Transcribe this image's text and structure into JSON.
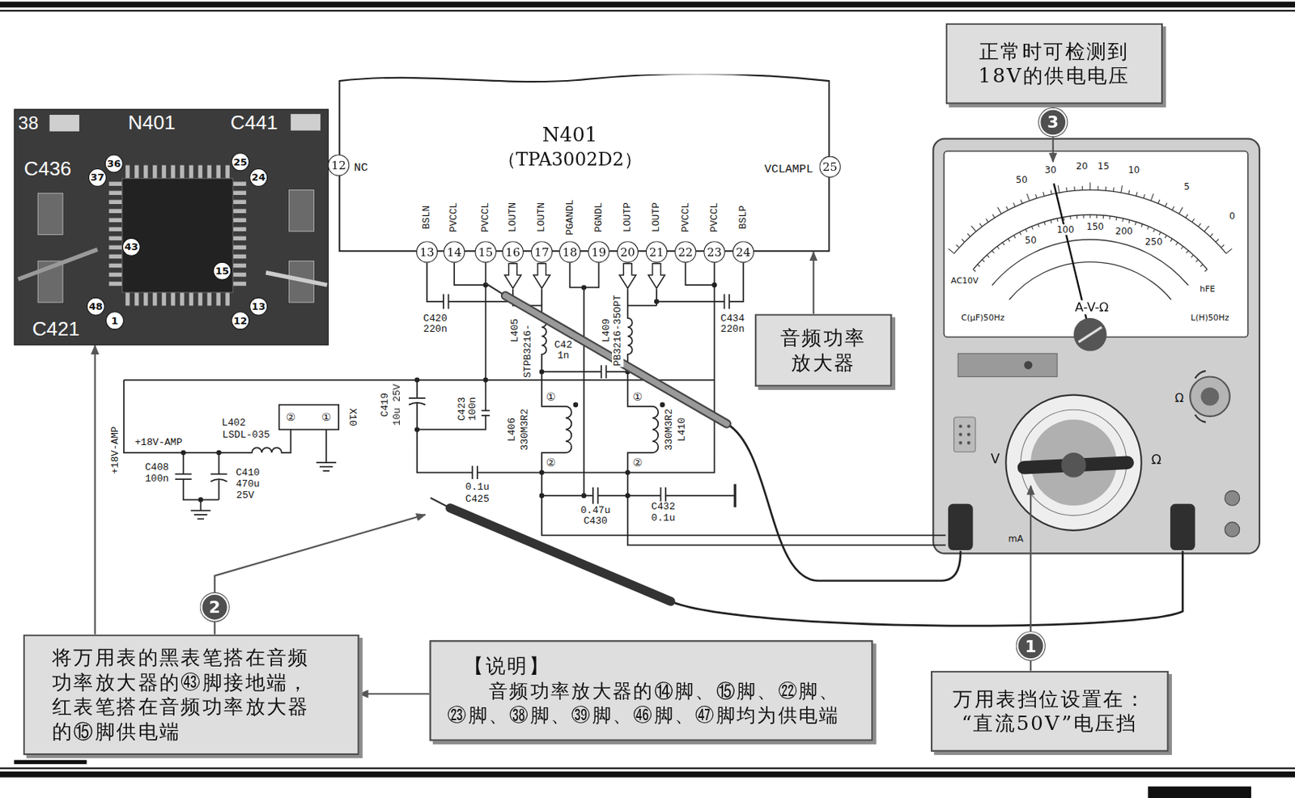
{
  "diagram": {
    "nodes": [
      {
        "text": [
          "38",
          "N401",
          "C441",
          "C436",
          "C421"
        ]
      },
      {
        "text": [
          "36"
        ],
        "in": 0
      },
      {
        "text": [
          "25"
        ],
        "in": 0
      },
      {
        "text": [
          "37"
        ],
        "in": 0
      },
      {
        "text": [
          "24"
        ],
        "in": 0
      },
      {
        "text": [
          "43"
        ],
        "in": 0
      },
      {
        "text": [
          "15"
        ],
        "in": 0
      },
      {
        "text": [
          "48"
        ],
        "in": 0
      },
      {
        "text": [
          "13"
        ],
        "in": 0
      },
      {
        "text": [
          "1"
        ],
        "in": 0
      },
      {
        "text": [
          "12"
        ],
        "in": 0
      },
      {
        "text": [
          "N401",
          "（TPA3002D2）"
        ]
      },
      {
        "text": [
          "12"
        ],
        "in": 11
      },
      {
        "text": [
          "25"
        ],
        "in": 11
      },
      {
        "text": [
          "13"
        ],
        "in": 11
      },
      {
        "text": [
          "14"
        ],
        "in": 11
      },
      {
        "text": [
          "15"
        ],
        "in": 11
      },
      {
        "text": [
          "16"
        ],
        "in": 11
      },
      {
        "text": [
          "17"
        ],
        "in": 11
      },
      {
        "text": [
          "18"
        ],
        "in": 11
      },
      {
        "text": [
          "19"
        ],
        "in": 11
      },
      {
        "text": [
          "20"
        ],
        "in": 11
      },
      {
        "text": [
          "21"
        ],
        "in": 11
      },
      {
        "text": [
          "22"
        ],
        "in": 11
      },
      {
        "text": [
          "23"
        ],
        "in": 11
      },
      {
        "text": [
          "24"
        ],
        "in": 11
      },
      {
        "text": [
          "正常时可检测到 18V的供电电压"
        ]
      },
      {
        "text": [
          "3"
        ]
      },
      {
        "text": [
          "音频功率 放大器"
        ]
      },
      {
        "text": [
          "2"
        ]
      },
      {
        "text": [
          "1"
        ]
      },
      {
        "text": [
          "将万用表的黑表笔搭在音频 功率放大器的㊸脚接地端， 红表笔搭在音频功率放大器 的⑮脚供电端"
        ]
      },
      {
        "text": [
          "【说明】",
          "音频功率放大器的⑭脚、⑮脚、㉒脚、 ㉓脚、㊳脚、㊴脚、㊻脚、㊼脚均为供电端"
        ]
      },
      {
        "text": [
          "万用表挡位设置在： “直流50V”电压挡"
        ]
      }
    ],
    "edges": [
      {
        "from": 26,
        "to": 27,
        "arrow": "none"
      },
      {
        "from": 29,
        "to": 31,
        "arrow": "none"
      },
      {
        "from": 31,
        "to": 0,
        "arrow": "to"
      },
      {
        "from": 32,
        "to": 31,
        "arrow": "to"
      },
      {
        "from": 28,
        "to": 11,
        "arrow": "to"
      },
      {
        "from": 30,
        "to": 33,
        "arrow": "none"
      }
    ],
    "labels": [
      "NC",
      "VCLAMPL",
      "BSLN",
      "PVCCL",
      "PVCCL",
      "LOUTN",
      "LOUTN",
      "PGANDL",
      "PGNDL",
      "LOUTP",
      "LOUTP",
      "PVCCL",
      "PVCCL",
      "BSLP",
      "C420",
      "220n",
      "C434",
      "220n",
      "L405",
      "STPB3216-",
      "C42",
      "1n",
      "L409",
      "PB3216-35OPT",
      "L406",
      "330M3R2",
      "①",
      "②",
      "L410",
      "330M3R2",
      "①",
      "②",
      "C419",
      "10u 25V",
      "C423",
      "100n",
      "0.1u",
      "C425",
      "0.47u",
      "C430",
      "C432",
      "0.1u",
      "L402",
      "LSDL-035",
      "+18V-AMP",
      "+18V-AMP",
      "C408",
      "100n",
      "C410",
      "470u",
      "25V",
      "X10",
      "②",
      "①",
      "A-V-Ω",
      "AC10V",
      "C(μF)50Hz",
      "L(H)50Hz",
      "hFE",
      "50",
      "30",
      "20",
      "15",
      "10",
      "5",
      "0",
      "50",
      "100",
      "150",
      "200",
      "250",
      "V",
      "Ω",
      "mA",
      "Ω"
    ]
  }
}
